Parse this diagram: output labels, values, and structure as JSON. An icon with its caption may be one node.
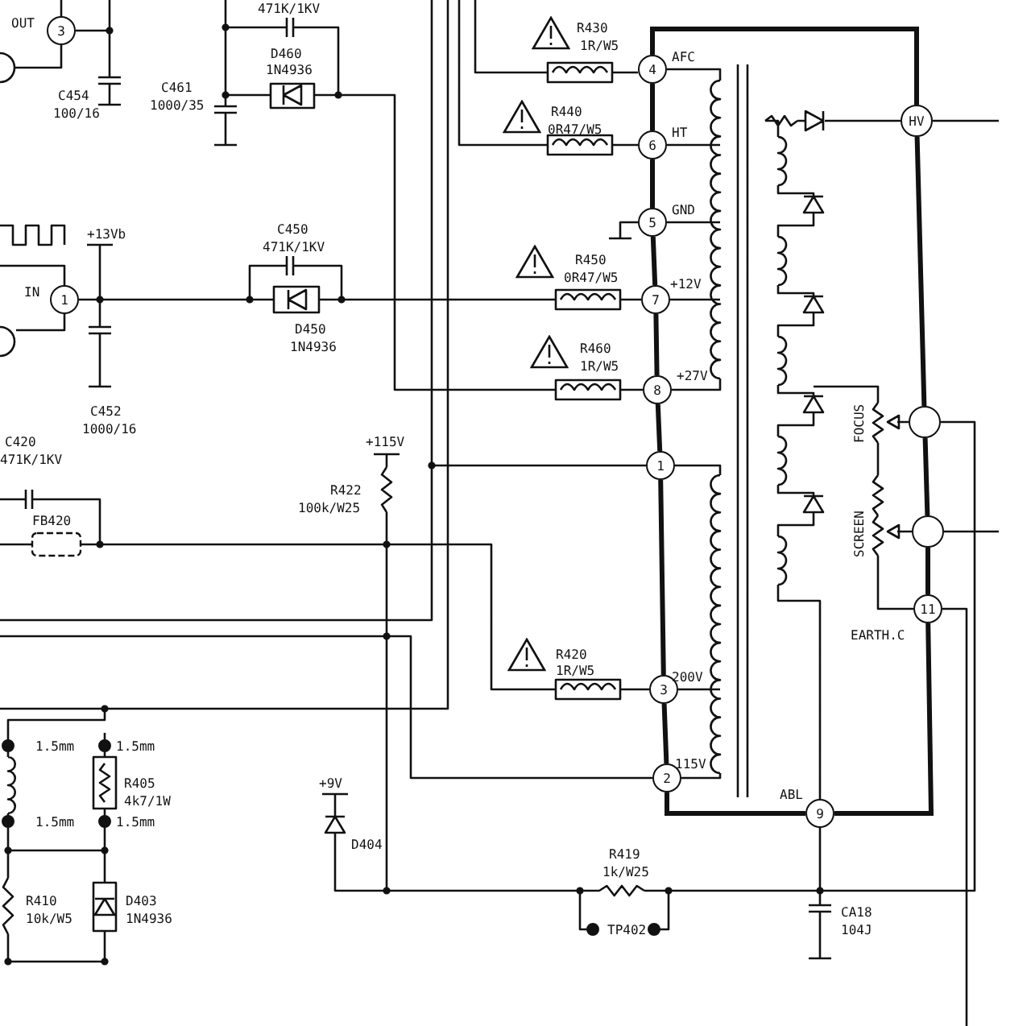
{
  "diagram": {
    "nodes": [
      {
        "text": [
          "OUT",
          "3"
        ]
      },
      {
        "text": [
          "IN",
          "1"
        ]
      },
      {
        "text": [
          "4"
        ],
        "beside": [
          "AFC"
        ]
      },
      {
        "text": [
          "6"
        ],
        "beside": [
          "HT"
        ]
      },
      {
        "text": [
          "5"
        ],
        "beside": [
          "GND"
        ]
      },
      {
        "text": [
          "7"
        ],
        "beside": [
          "+12V"
        ]
      },
      {
        "text": [
          "8"
        ],
        "beside": [
          "+27V"
        ]
      },
      {
        "text": [
          "1"
        ]
      },
      {
        "text": [
          "3"
        ],
        "beside": [
          "200V"
        ]
      },
      {
        "text": [
          "2"
        ],
        "beside": [
          "115V"
        ]
      },
      {
        "text": [
          "HV"
        ]
      },
      {
        "text": [],
        "shape": "circle"
      },
      {
        "text": [],
        "shape": "circle"
      },
      {
        "text": [
          "11"
        ],
        "beside": [
          "EARTH.C"
        ]
      },
      {
        "text": [
          "9"
        ],
        "beside": [
          "ABL"
        ]
      }
    ],
    "edges": [
      {
        "from": 2,
        "to": 3,
        "arrow": "none"
      },
      {
        "from": 3,
        "to": 4,
        "arrow": "none"
      },
      {
        "from": 4,
        "to": 5,
        "arrow": "none"
      },
      {
        "from": 5,
        "to": 6,
        "arrow": "none"
      },
      {
        "from": 6,
        "to": 7,
        "arrow": "none"
      },
      {
        "from": 7,
        "to": 8,
        "arrow": "none"
      },
      {
        "from": 8,
        "to": 9,
        "arrow": "none"
      },
      {
        "from": 9,
        "to": 14,
        "arrow": "none"
      },
      {
        "from": 14,
        "to": 13,
        "arrow": "none"
      },
      {
        "from": 13,
        "to": 12,
        "arrow": "none"
      },
      {
        "from": 12,
        "to": 11,
        "arrow": "none"
      },
      {
        "from": 11,
        "to": 10,
        "arrow": "none"
      },
      {
        "from": 10,
        "to": 2,
        "arrow": "none"
      }
    ],
    "labels": [
      "471K/1KV",
      "D460",
      "1N4936",
      "C454",
      "100/16",
      "C461",
      "1000/35",
      "R430",
      "1R/W5",
      "R440",
      "0R47/W5",
      "+13Vb",
      "C450",
      "471K/1KV",
      "R450",
      "0R47/W5",
      "D450",
      "1N4936",
      "R460",
      "1R/W5",
      "C452",
      "1000/16",
      "C420",
      "471K/1KV",
      "FB420",
      "+115V",
      "R422",
      "100k/W25",
      "FOCUS",
      "SCREEN",
      "R420",
      "1R/W5",
      "1.5mm",
      "1.5mm",
      "R405",
      "4k7/1W",
      "1.5mm",
      "1.5mm",
      "R410",
      "10k/W5",
      "D403",
      "1N4936",
      "+9V",
      "D404",
      "R419",
      "1k/W25",
      "TP402",
      "CA18",
      "104J"
    ]
  }
}
